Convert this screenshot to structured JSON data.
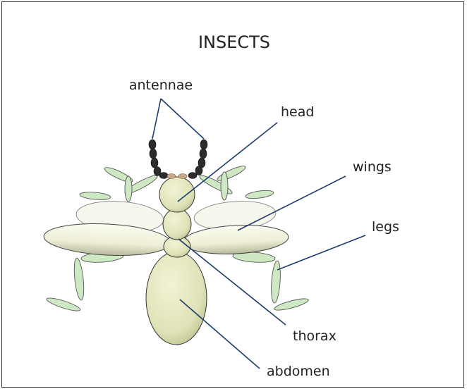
{
  "diagram": {
    "title": "INSECTS",
    "labels": {
      "antennae": "antennae",
      "head": "head",
      "wings": "wings",
      "legs": "legs",
      "thorax": "thorax",
      "abdomen": "abdomen"
    }
  },
  "colors": {
    "leader_line": "#1d3b6e",
    "body": "#e2e4bd",
    "legs": "#cfe8c4",
    "wings": "#f4f4e2",
    "antennae": "#2c2c2c"
  }
}
